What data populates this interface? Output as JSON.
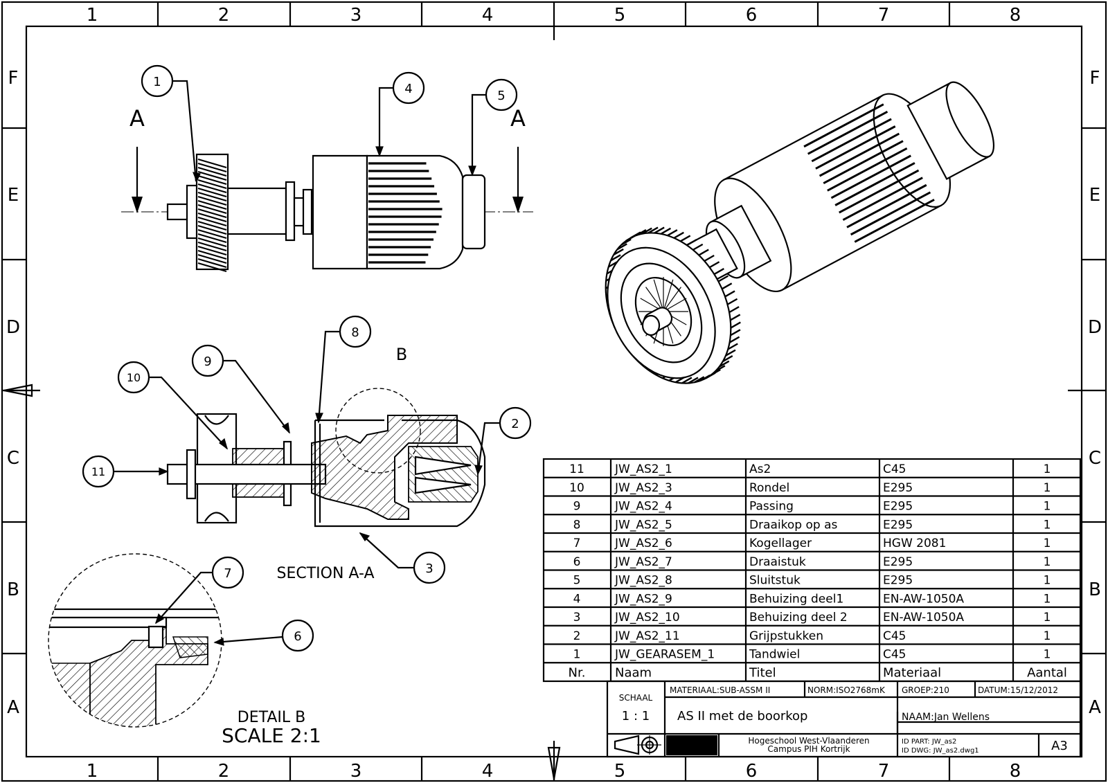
{
  "frame": {
    "columns": [
      "1",
      "2",
      "3",
      "4",
      "5",
      "6",
      "7",
      "8"
    ],
    "rows": [
      "F",
      "E",
      "D",
      "C",
      "B",
      "A"
    ]
  },
  "views": {
    "section_letter_left": "A",
    "section_letter_right": "A",
    "detail_letter": "B",
    "section_caption": "SECTION A-A",
    "detail_caption": "DETAIL B",
    "detail_scale": "SCALE 2:1"
  },
  "balloons": [
    "1",
    "2",
    "3",
    "4",
    "5",
    "6",
    "7",
    "8",
    "9",
    "10",
    "11"
  ],
  "bom": {
    "headers": {
      "nr": "Nr.",
      "naam": "Naam",
      "titel": "Titel",
      "materiaal": "Materiaal",
      "aantal": "Aantal"
    },
    "rows": [
      {
        "nr": "11",
        "naam": "JW_AS2_1",
        "titel": "As2",
        "materiaal": "C45",
        "aantal": "1"
      },
      {
        "nr": "10",
        "naam": "JW_AS2_3",
        "titel": "Rondel",
        "materiaal": "E295",
        "aantal": "1"
      },
      {
        "nr": "9",
        "naam": "JW_AS2_4",
        "titel": "Passing",
        "materiaal": "E295",
        "aantal": "1"
      },
      {
        "nr": "8",
        "naam": "JW_AS2_5",
        "titel": "Draaikop op as",
        "materiaal": "E295",
        "aantal": "1"
      },
      {
        "nr": "7",
        "naam": "JW_AS2_6",
        "titel": "Kogellager",
        "materiaal": "HGW 2081",
        "aantal": "1"
      },
      {
        "nr": "6",
        "naam": "JW_AS2_7",
        "titel": "Draaistuk",
        "materiaal": "E295",
        "aantal": "1"
      },
      {
        "nr": "5",
        "naam": "JW_AS2_8",
        "titel": "Sluitstuk",
        "materiaal": "E295",
        "aantal": "1"
      },
      {
        "nr": "4",
        "naam": "JW_AS2_9",
        "titel": "Behuizing deel1",
        "materiaal": "EN-AW-1050A",
        "aantal": "1"
      },
      {
        "nr": "3",
        "naam": "JW_AS2_10",
        "titel": "Behuizing deel 2",
        "materiaal": "EN-AW-1050A",
        "aantal": "1"
      },
      {
        "nr": "2",
        "naam": "JW_AS2_11",
        "titel": "Grijpstukken",
        "materiaal": "C45",
        "aantal": "1"
      },
      {
        "nr": "1",
        "naam": "JW_GEARASEM_1",
        "titel": "Tandwiel",
        "materiaal": "C45",
        "aantal": "1"
      }
    ]
  },
  "title_block": {
    "schaal_label": "SCHAAL",
    "schaal_value": "1 : 1",
    "materiaal": "MATERIAAL:SUB-ASSM II",
    "norm": "NORM:ISO2768mK",
    "groep": "GROEP:210",
    "datum": "DATUM:15/12/2012",
    "title": "AS II met de boorkop",
    "naam": "NAAM:Jan Wellens",
    "school_line1": "Hogeschool West-Vlaanderen",
    "school_line2": "Campus PIH Kortrijk",
    "id_part": "ID PART: JW_as2",
    "id_dwg": "ID DWG: JW_as2.dwg1",
    "format": "A3"
  }
}
